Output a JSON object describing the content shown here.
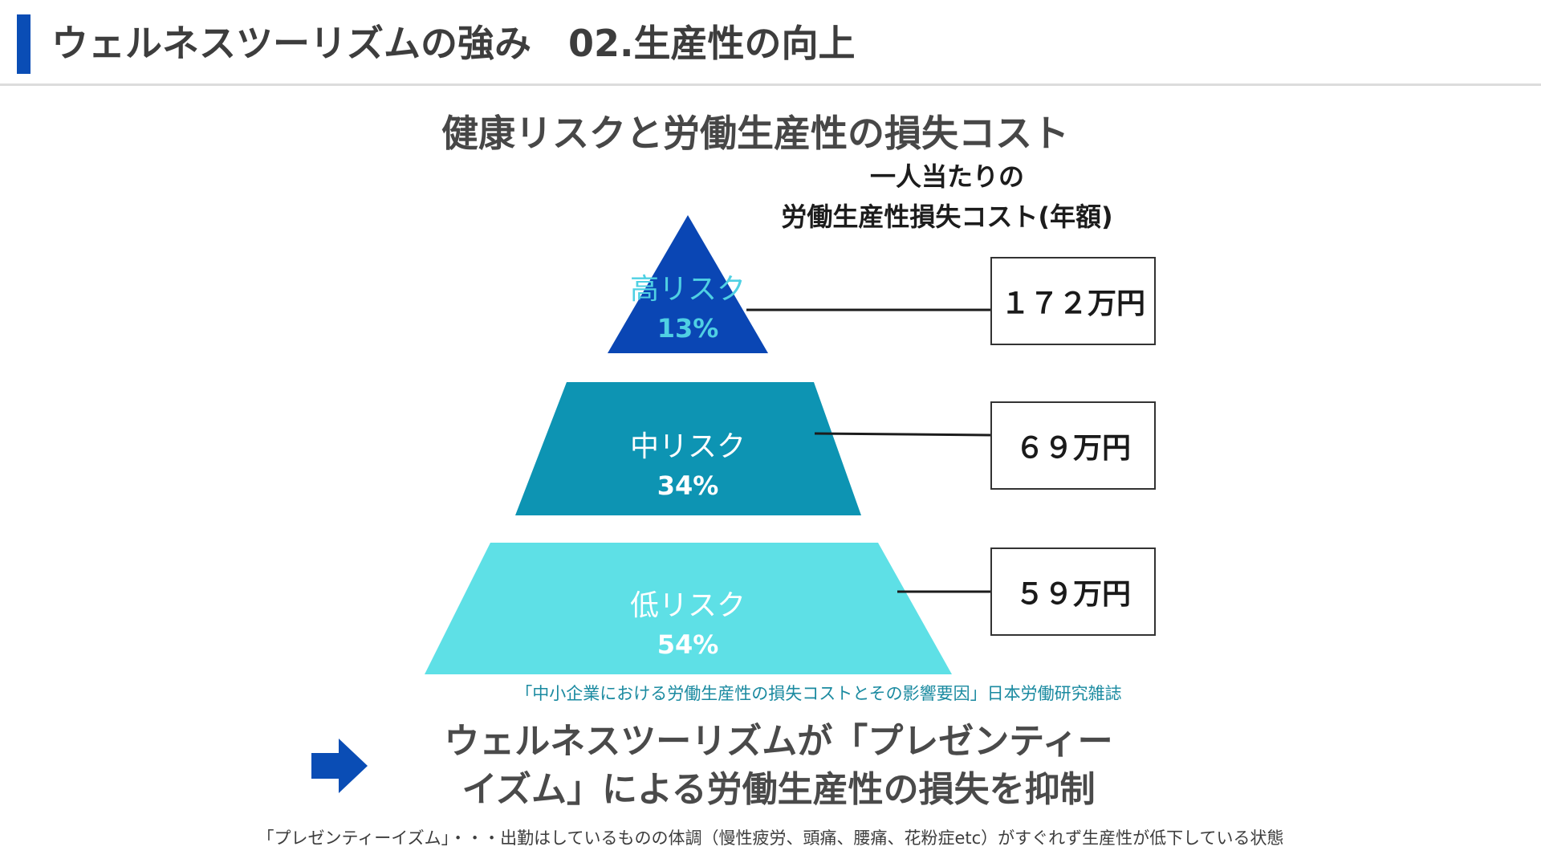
{
  "header": {
    "title": "ウェルネスツーリズムの強み　02.生産性の向上",
    "accent_color": "#0a4db5"
  },
  "diagram": {
    "title": "健康リスクと労働生産性の損失コスト",
    "cost_caption_line1": "一人当たりの",
    "cost_caption_line2": "労働生産性損失コスト(年額)",
    "tiers": [
      {
        "name": "高リスク",
        "percent": "13%",
        "cost": "１７２万円",
        "fill": "#0a46b4",
        "label_color": "#4fd0e3"
      },
      {
        "name": "中リスク",
        "percent": "34%",
        "cost": "６９万円",
        "fill": "#0d94b3",
        "label_color": "#ffffff"
      },
      {
        "name": "低リスク",
        "percent": "54%",
        "cost": "５９万円",
        "fill": "#5ee0e6",
        "label_color": "#ffffff"
      }
    ],
    "source": "「中小企業における労働生産性の損失コストとその影響要因」日本労働研究雑誌"
  },
  "conclusion": {
    "line1": "ウェルネスツーリズムが「プレゼンティー",
    "line2": "イズム」による労働生産性の損失を抑制",
    "arrow_icon": "right-arrow-icon",
    "arrow_color": "#0a4db5"
  },
  "footnote": "「プレゼンティーイズム」・・・出勤はしているものの体調（慢性疲労、頭痛、腰痛、花粉症etc）がすぐれず生産性が低下している状態"
}
